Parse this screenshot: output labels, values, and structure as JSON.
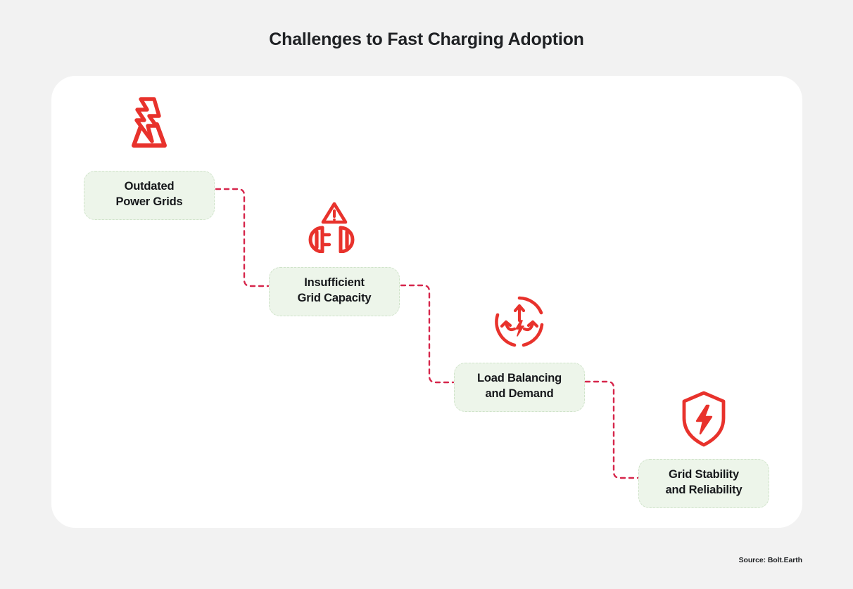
{
  "page": {
    "background_color": "#f2f2f2",
    "card_color": "#ffffff",
    "accent_color": "#e8322c",
    "label_bg_color": "#edf5ea",
    "label_border_color": "#cfe3c9",
    "text_color": "#16181b"
  },
  "title": {
    "accent_text": "Challenges",
    "rest_text": " to Fast Charging Adoption"
  },
  "stages": [
    {
      "id": "outdated-power-grids",
      "label": "Outdated\nPower Grids",
      "icon": "lightning-strike-tower-icon"
    },
    {
      "id": "insufficient-grid-capacity",
      "label": "Insufficient\nGrid Capacity",
      "icon": "disconnected-plug-warning-icon"
    },
    {
      "id": "load-balancing-and-demand",
      "label": "Load Balancing\nand Demand",
      "icon": "load-distribution-bolt-icon"
    },
    {
      "id": "grid-stability-and-reliability",
      "label": "Grid Stability\nand Reliability",
      "icon": "shield-bolt-icon"
    }
  ],
  "connectors": [
    {
      "from": "outdated-power-grids",
      "to": "insufficient-grid-capacity",
      "style": "dashed",
      "color": "#d6264b"
    },
    {
      "from": "insufficient-grid-capacity",
      "to": "load-balancing-and-demand",
      "style": "dashed",
      "color": "#d6264b"
    },
    {
      "from": "load-balancing-and-demand",
      "to": "grid-stability-and-reliability",
      "style": "dashed",
      "color": "#d6264b"
    }
  ],
  "source": {
    "text": "Source: Bolt.Earth"
  }
}
